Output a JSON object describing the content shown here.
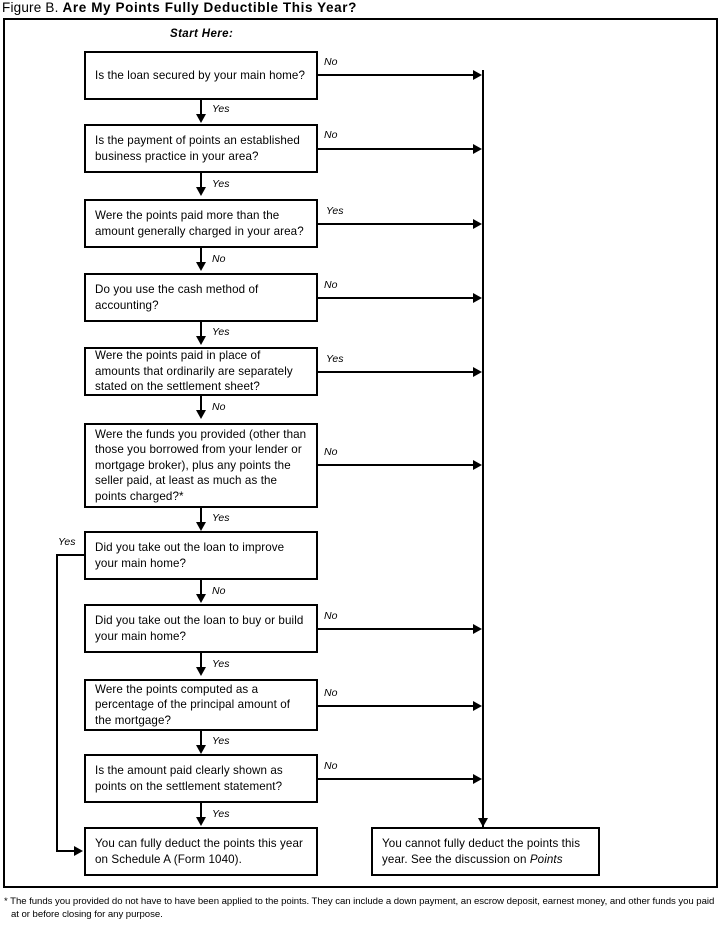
{
  "figure": {
    "label": "Figure B.",
    "title": "Are My Points Fully Deductible This Year?"
  },
  "start_label": "Start Here:",
  "labels": {
    "yes": "Yes",
    "no": "No"
  },
  "nodes": [
    {
      "id": "n1",
      "text": "Is the loan secured by your main home?",
      "down_label": "Yes",
      "side_label": "No"
    },
    {
      "id": "n2",
      "text": "Is the payment of points an established business practice in your area?",
      "down_label": "Yes",
      "side_label": "No"
    },
    {
      "id": "n3",
      "text": "Were the points paid more than the amount generally charged in your area?",
      "down_label": "No",
      "side_label": "Yes"
    },
    {
      "id": "n4",
      "text": "Do you use the cash method of accounting?",
      "down_label": "Yes",
      "side_label": "No"
    },
    {
      "id": "n5",
      "text": "Were the points paid in place of amounts that ordinarily are separately stated on the settlement sheet?",
      "down_label": "No",
      "side_label": "Yes"
    },
    {
      "id": "n6",
      "text": "Were the funds you provided (other than those you borrowed from your lender or mortgage broker), plus any points the seller paid, at least as much as the points charged?*",
      "down_label": "Yes",
      "side_label": "No"
    },
    {
      "id": "n7",
      "text": "Did you take out the loan to improve your main home?",
      "down_label": "No",
      "side_label": "Yes"
    },
    {
      "id": "n8",
      "text": "Did you take out the loan to buy or build your main home?",
      "down_label": "Yes",
      "side_label": "No"
    },
    {
      "id": "n9",
      "text": "Were the points computed as a percentage of the principal amount of the mortgage?",
      "down_label": "Yes",
      "side_label": "No"
    },
    {
      "id": "n10",
      "text": "Is the amount paid clearly shown as points on the settlement statement?",
      "down_label": "Yes",
      "side_label": "No"
    }
  ],
  "outcomes": {
    "deductible": {
      "line1": "You can fully deduct the points this year",
      "line2": "on Schedule A (Form 1040)."
    },
    "not_deductible": {
      "line1": "You cannot fully deduct the points this",
      "line2_pre": "year. See the discussion on ",
      "line2_em": "Points"
    }
  },
  "footnote": {
    "marker": "*",
    "line1": "The funds you provided do not have to have been applied to the points. They can include a down payment, an escrow deposit, earnest money, and other funds",
    "line2": "you paid at or before closing for any purpose."
  }
}
